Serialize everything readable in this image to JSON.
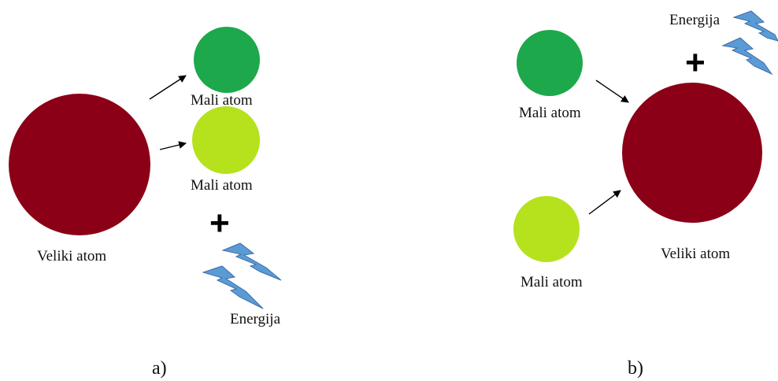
{
  "colors": {
    "large_atom": "#8B0016",
    "small_atom_green": "#1DA84B",
    "small_atom_lime": "#B5E21C",
    "lightning": "#5B9BD5",
    "lightning_stroke": "#3A6FA8",
    "arrow": "#000000"
  },
  "panel_a": {
    "large_atom_label": "Veliki atom",
    "small_atom_1_label": "Mali atom",
    "small_atom_2_label": "Mali atom",
    "plus": "+",
    "energy_label": "Energija",
    "caption": "a)"
  },
  "panel_b": {
    "small_atom_1_label": "Mali atom",
    "small_atom_2_label": "Mali atom",
    "large_atom_label": "Veliki atom",
    "plus": "+",
    "energy_label": "Energija",
    "caption": "b)"
  },
  "icons": [
    "lightning-icon",
    "arrow-icon"
  ]
}
